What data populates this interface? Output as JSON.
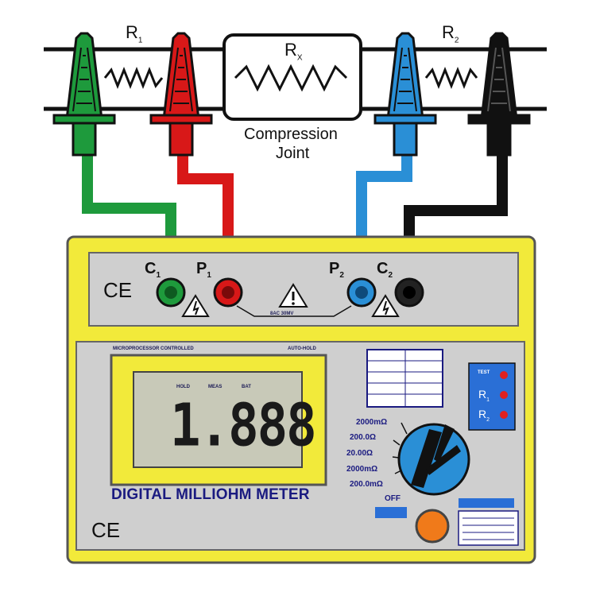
{
  "resistors": {
    "r1": {
      "letter": "R",
      "sub": "1"
    },
    "rx": {
      "letter": "R",
      "sub": "X"
    },
    "r2": {
      "letter": "R",
      "sub": "2"
    }
  },
  "joint_label_line1": "Compression",
  "joint_label_line2": "Joint",
  "terminals": {
    "c1": {
      "letter": "C",
      "sub": "1"
    },
    "p1": {
      "letter": "P",
      "sub": "1"
    },
    "p2": {
      "letter": "P",
      "sub": "2"
    },
    "c2": {
      "letter": "C",
      "sub": "2"
    }
  },
  "ce_mark": "CE",
  "warning_note": "8AC 30MV",
  "device_header_left": "MICROPROCESSOR CONTROLLED",
  "device_header_right": "AUTO-HOLD",
  "lcd": {
    "digits": "1.888",
    "tags": [
      "HOLD",
      "MEAS",
      "BAT"
    ]
  },
  "device_title": "DIGITAL MILLIOHM METER",
  "ranges": [
    "2000mΩ",
    "200.0Ω",
    "20.00Ω",
    "2000mΩ",
    "200.0mΩ",
    "OFF"
  ],
  "test_panel_label": "TEST",
  "lead_colors": {
    "c1": "#1e9a3c",
    "p1": "#d81818",
    "p2": "#2a8fd6",
    "c2": "#111111"
  },
  "colors": {
    "body_yellow": "#f2ea3a",
    "panel_gray": "#cfcfcf",
    "knob_blue": "#2a8fd6",
    "button_orange": "#f07a1a"
  },
  "icons": [
    "warning-triangle-icon",
    "ce-mark-icon",
    "alligator-clip-icon",
    "rotary-knob-icon"
  ]
}
